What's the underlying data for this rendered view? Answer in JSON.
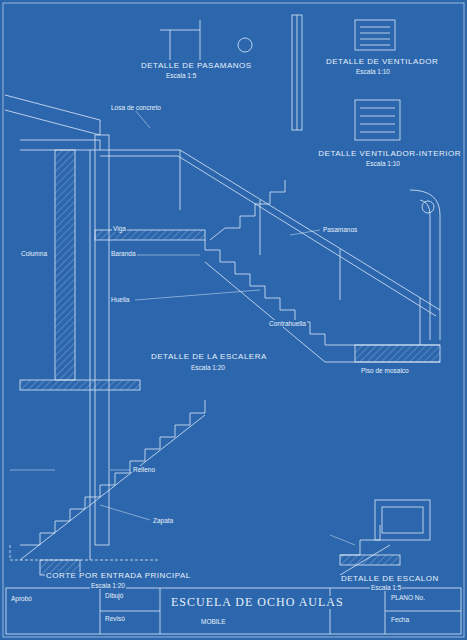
{
  "diagram": {
    "title": "ESCUELA DE OCHO AULAS",
    "labels": [
      "DETALLE DE PASAMANOS",
      "Escala 1:5",
      "DETALLE DE VENTILADOR",
      "Escala 1:10",
      "DETALLE VENTILADOR-INTERIOR",
      "Escala 1:10",
      "DETALLE DE LA ESCALERA",
      "Escala 1:20",
      "CORTE POR ENTRADA PRINCIPAL",
      "Escala 1:20",
      "DETALLE DE ESCALON",
      "Escala 1:5",
      "Losa de concreto",
      "Viga",
      "Columna",
      "Pasamanos",
      "Baranda",
      "Huella",
      "Contrahuella",
      "Piso de mosaico",
      "Relleno",
      "Zapata",
      "MOBILE",
      "Dibujó",
      "Revisó",
      "Aprobó",
      "PLANO No.",
      "Fecha"
    ]
  }
}
